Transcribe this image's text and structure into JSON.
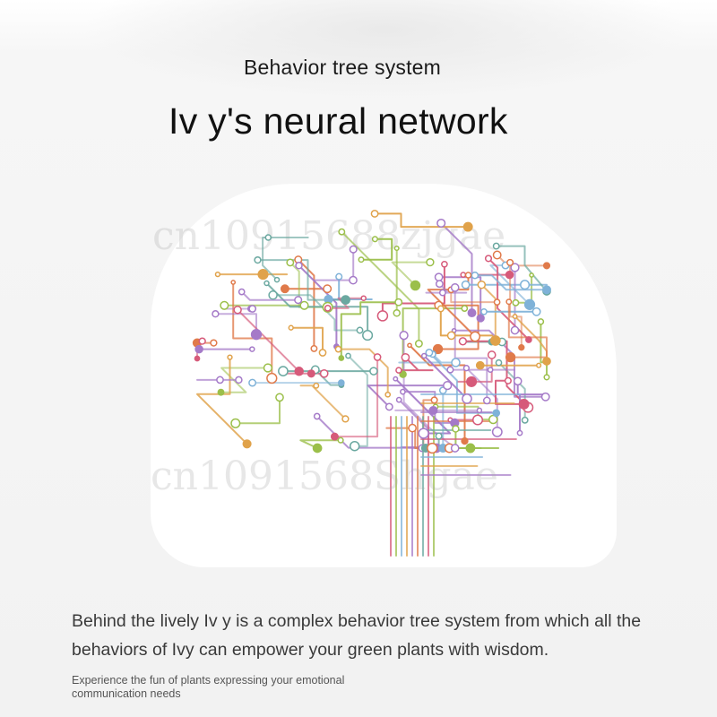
{
  "header": {
    "subtitle": "Behavior tree system",
    "title": "Iv y's neural network"
  },
  "watermarks": {
    "top": "cn10915688zjgae",
    "bottom": "cn1091568Shgae"
  },
  "content": {
    "paragraph": "Behind the lively Iv y is a complex behavior tree system from which all the behaviors of Ivy can empower your green plants with wisdom.",
    "caption": "Experience the fun of plants expressing your emotional communication needs"
  },
  "colors": {
    "background": "#f2f2f2",
    "panel": "#ffffff",
    "title": "#111111",
    "text": "#3a3a3a",
    "circuit_palette": [
      "#d65a7a",
      "#9bbf4a",
      "#7fb2d8",
      "#e0a24a",
      "#a57ac8",
      "#e07a4a",
      "#6aa8a0"
    ]
  },
  "brain": {
    "icon": "circuit-brain-illustration"
  }
}
